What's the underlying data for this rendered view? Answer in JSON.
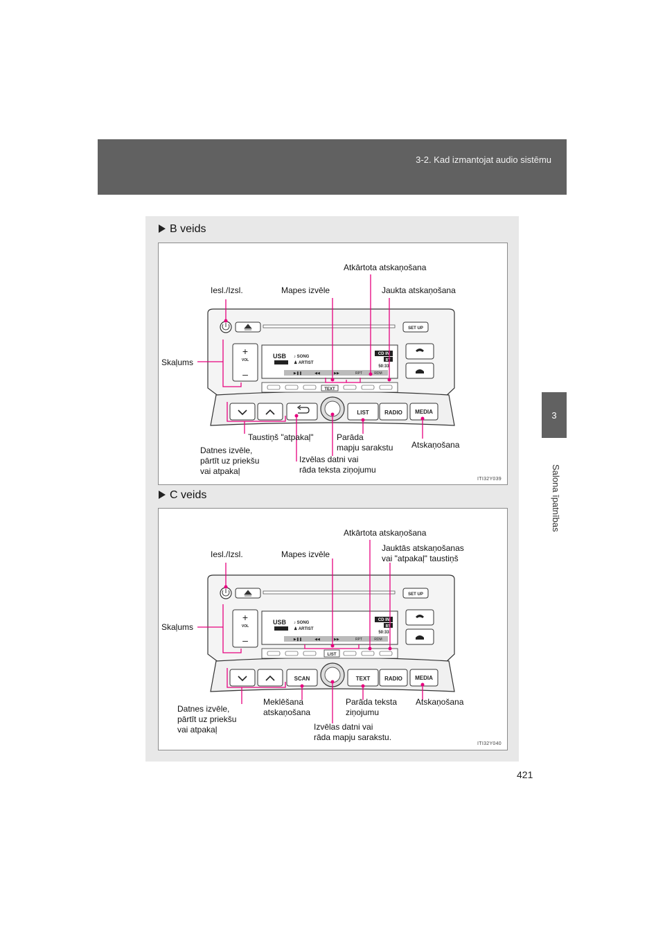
{
  "header": {
    "title": "3-2. Kad izmantojat audio sistēmu"
  },
  "side": {
    "chapter_number": "3",
    "chapter_label": "Salona īpatnības"
  },
  "sections": [
    {
      "title": "B veids",
      "figure_id": "ITI32Y039",
      "callouts": {
        "repeat": "Atkārtota atskaņošana",
        "power": "Iesl./Izsl.",
        "folder": "Mapes izvēle",
        "random": "Jaukta atskaņošana",
        "volume": "Skaļums",
        "back_button": "Taustiņš \"atpakaļ\"",
        "folder_list_1": "Parāda",
        "folder_list_2": "mapju sarakstu",
        "file_select_1": "Datnes izvēle,",
        "file_select_2": "pārtīt   uz   priekšu",
        "file_select_3": "vai atpakaļ",
        "knob_1": "Izvēlas datni vai",
        "knob_2": "rāda teksta ziņojumu",
        "playback": "Atskaņošana"
      }
    },
    {
      "title": "C veids",
      "figure_id": "ITI32Y040",
      "callouts": {
        "repeat": "Atkārtota atskaņošana",
        "power": "Iesl./Izsl.",
        "folder": "Mapes izvēle",
        "random_1": "Jauktās atskaņošanas",
        "random_2": "vai \"atpakaļ\" taustiņš",
        "volume": "Skaļums",
        "file_select_1": "Datnes izvēle,",
        "file_select_2": "pārtīt uz priekšu",
        "file_select_3": "vai atpakaļ",
        "scan_1": "Meklēšana",
        "scan_2": "atskaņošana",
        "knob_1": "Izvēlas datni vai",
        "knob_2": "rāda mapju sarakstu.",
        "text_1": "Parāda  teksta",
        "text_2": "ziņojumu",
        "playback": "Atskaņošana"
      }
    }
  ],
  "unit_b": {
    "vol_plus": "+",
    "vol_label": "VOL",
    "vol_minus": "–",
    "setup": "SET UP",
    "usb": "USB",
    "song": "♪ SONG",
    "artist": "♟ ARTIST",
    "cd_in": "CD IN",
    "bt": "BT",
    "time": "50:33",
    "seg_play": "▶❚❚",
    "seg_rew": "◀◀",
    "seg_ff": "▶▶",
    "seg_rpt": "RPT",
    "seg_rdm": "RDM",
    "text_key": "TEXT",
    "list_key": "LIST",
    "radio_key": "RADIO",
    "media_key": "MEDIA"
  },
  "unit_c": {
    "vol_plus": "+",
    "vol_label": "VOL",
    "vol_minus": "–",
    "setup": "SET UP",
    "usb": "USB",
    "song": "♪ SONG",
    "artist": "♟ ARTIST",
    "cd_in": "CD IN",
    "bt": "BT",
    "time": "50:33",
    "seg_play": "▶❚❚",
    "seg_rew": "◀◀",
    "seg_ff": "▶▶",
    "seg_rpt": "RPT",
    "seg_rdm": "RDM",
    "list_key": "LIST",
    "scan_key": "SCAN",
    "text_key": "TEXT",
    "radio_key": "RADIO",
    "media_key": "MEDIA"
  },
  "colors": {
    "callout_line": "#e6007e",
    "header": "#616161"
  },
  "page_number": "421"
}
